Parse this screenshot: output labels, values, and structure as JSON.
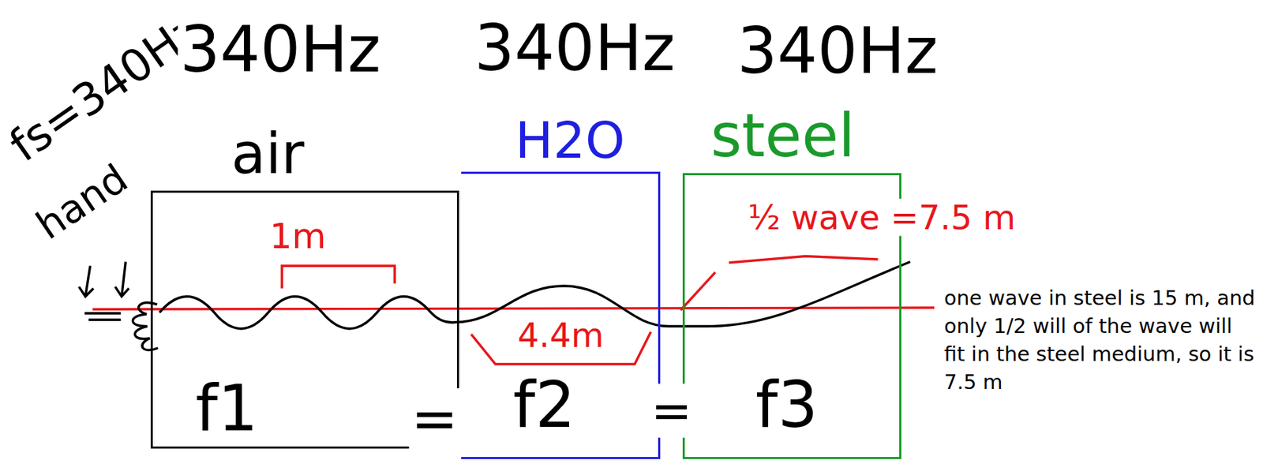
{
  "diagram": {
    "nodes": [
      {
        "text": [
          "air",
          "f1"
        ]
      },
      {
        "text": [
          "H2O",
          "f2"
        ]
      },
      {
        "text": [
          "steel",
          "f3"
        ]
      }
    ],
    "labels": [
      "fs=340Hz",
      "340Hz",
      "340Hz",
      "340Hz",
      "hand",
      "1m",
      "½ wave =7.5 m",
      "4.4m",
      "=",
      "=",
      "one wave in steel is 15 m, and only 1/2 will of the wave will fit in the steel medium, so it is 7.5 m"
    ]
  }
}
